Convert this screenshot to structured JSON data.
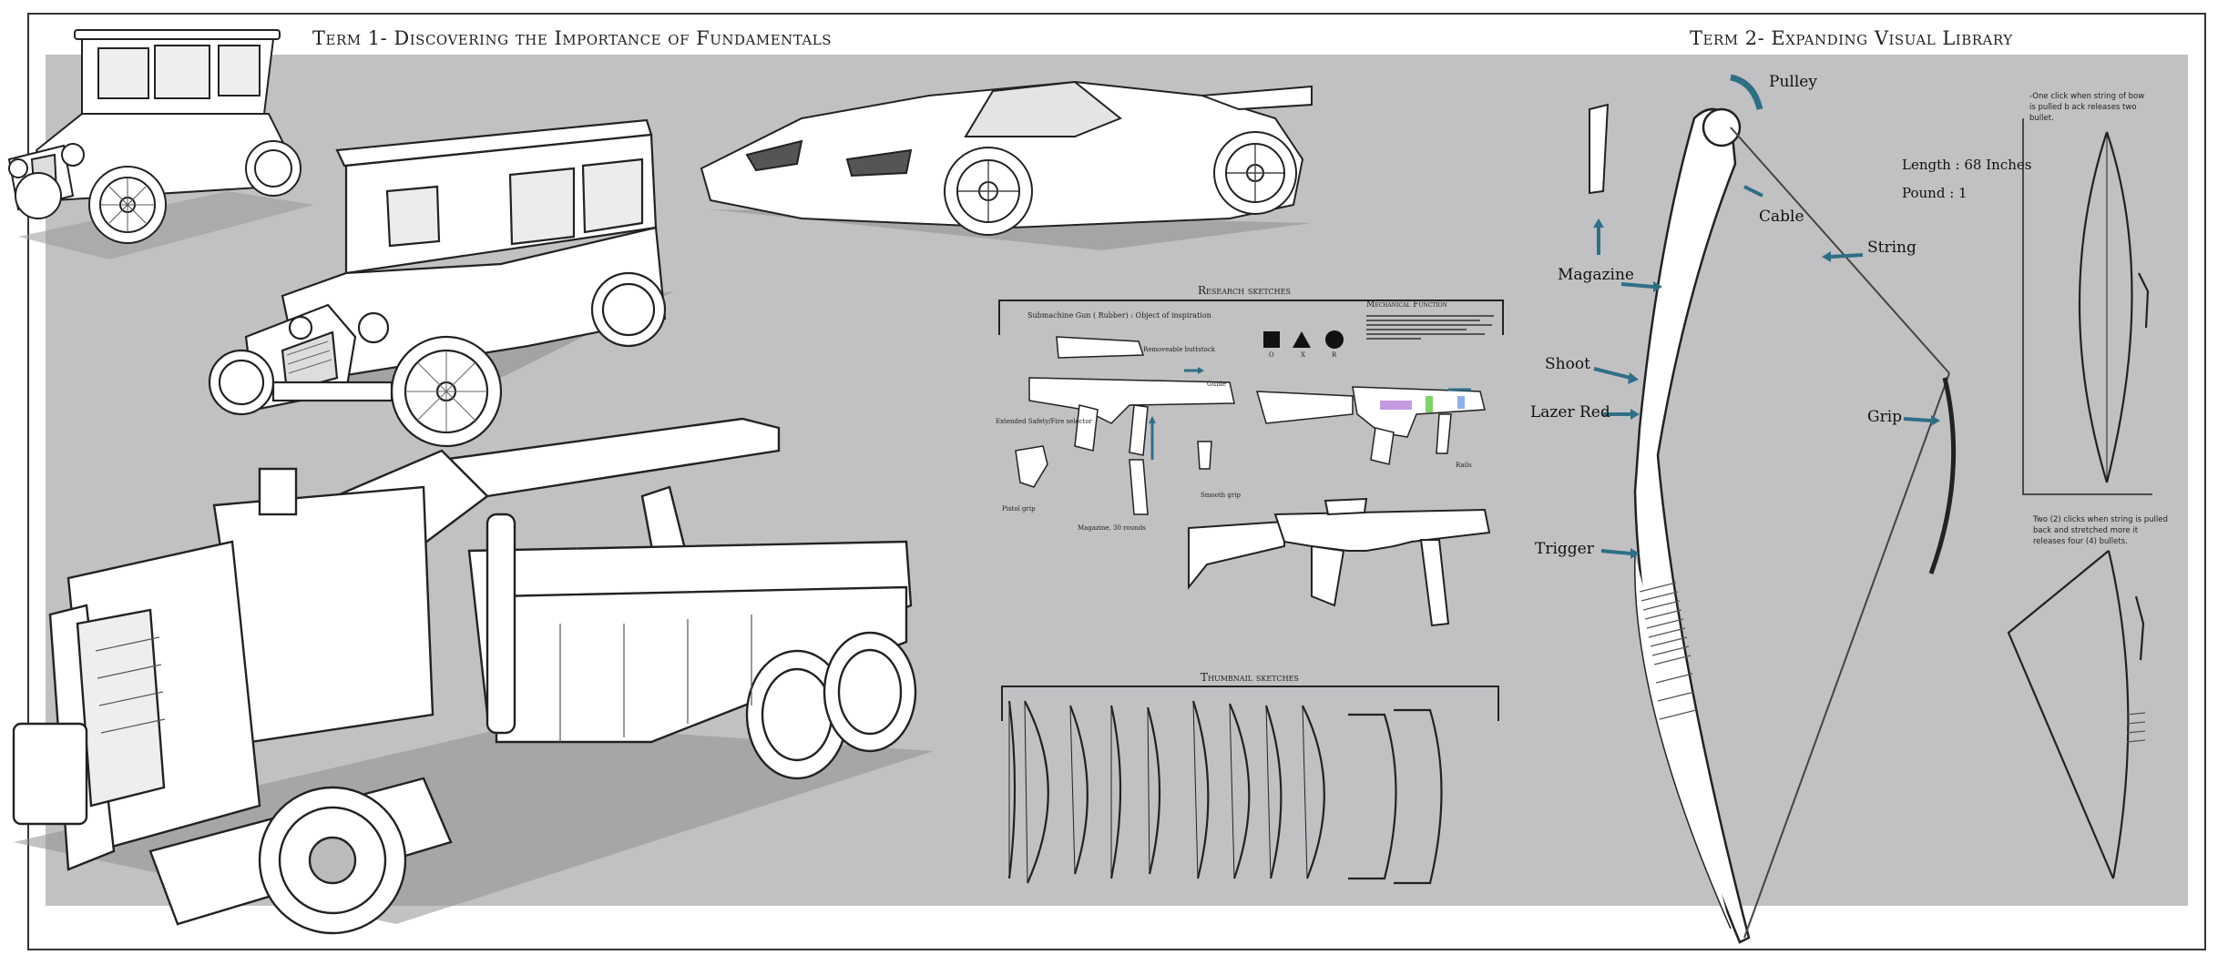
{
  "titles": {
    "term1": "Term 1- Discovering the Importance of Fundamentals",
    "term2": "Term 2- Expanding Visual Library"
  },
  "research": {
    "title": "Research sketches",
    "subtitle": "Submachine Gun ( Rubber) : Object of inspiration",
    "mech_title": "Mechanical Function",
    "mech_lines": [
      "",
      "",
      "",
      "",
      "",
      ""
    ],
    "labels": {
      "buttstock": "Removeable buttstock",
      "guide": "Guide",
      "safety": "Extended Safety/Fire selector",
      "pistol": "Pistol grip",
      "magazine": "Magazine, 30 rounds",
      "foregrip": "Smooth grip",
      "rails": "Rails"
    },
    "shape_labels": [
      "O",
      "X",
      "R"
    ]
  },
  "thumbnails": {
    "title": "Thumbnail sketches",
    "count": 11
  },
  "bow_labels": {
    "pulley": "Pulley",
    "cable": "Cable",
    "magazine": "Magazine",
    "string": "String",
    "shoot": "Shoot",
    "lazer": "Lazer Red",
    "grip": "Grip",
    "trigger": "Trigger",
    "length": "Length : 68 Inches",
    "pound": "Pound : 1"
  },
  "side_notes": {
    "note1": "-One click when string of bow is pulled b ack releases two bullet.",
    "note2": "Two (2) clicks when string is pulled back and stretched more it releases four (4) bullets."
  },
  "colors": {
    "panel": "#c1c0c3",
    "arrow": "#2f6f86",
    "ink": "#222222"
  }
}
